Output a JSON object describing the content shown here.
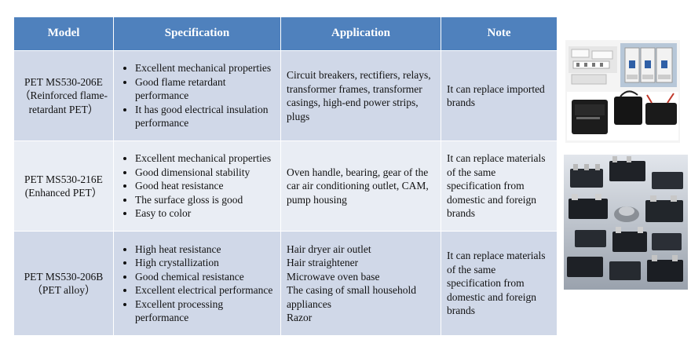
{
  "table": {
    "headers": {
      "model": "Model",
      "specification": "Specification",
      "application": "Application",
      "note": "Note"
    },
    "rows": [
      {
        "model": "PET MS530-206E\n（Reinforced flame-retardant PET）",
        "specs": [
          "Excellent mechanical properties",
          "Good flame retardant performance",
          "It has good electrical insulation performance"
        ],
        "application": "Circuit breakers, rectifiers, relays, transformer frames, transformer casings, high-end power strips, plugs",
        "note": "It can replace imported brands"
      },
      {
        "model": "PET MS530-216E\n(Enhanced PET）",
        "specs": [
          "Excellent mechanical properties",
          "Good dimensional stability",
          "Good heat resistance",
          "The surface gloss is good",
          "Easy to color"
        ],
        "application": "Oven handle, bearing, gear of the car air conditioning outlet, CAM, pump housing",
        "note": "It can replace materials of the same specification from domestic and foreign brands"
      },
      {
        "model": "PET MS530-206B\n（PET alloy）",
        "specs": [
          "High heat resistance",
          "High crystallization",
          "Good chemical resistance",
          "Excellent electrical performance",
          "Excellent processing performance"
        ],
        "application": "Hair dryer air outlet\nHair straightener\nMicrowave oven base\nThe casing of small household appliances\nRazor",
        "note": "It can replace materials of the same specification from domestic and foreign brands"
      }
    ]
  }
}
